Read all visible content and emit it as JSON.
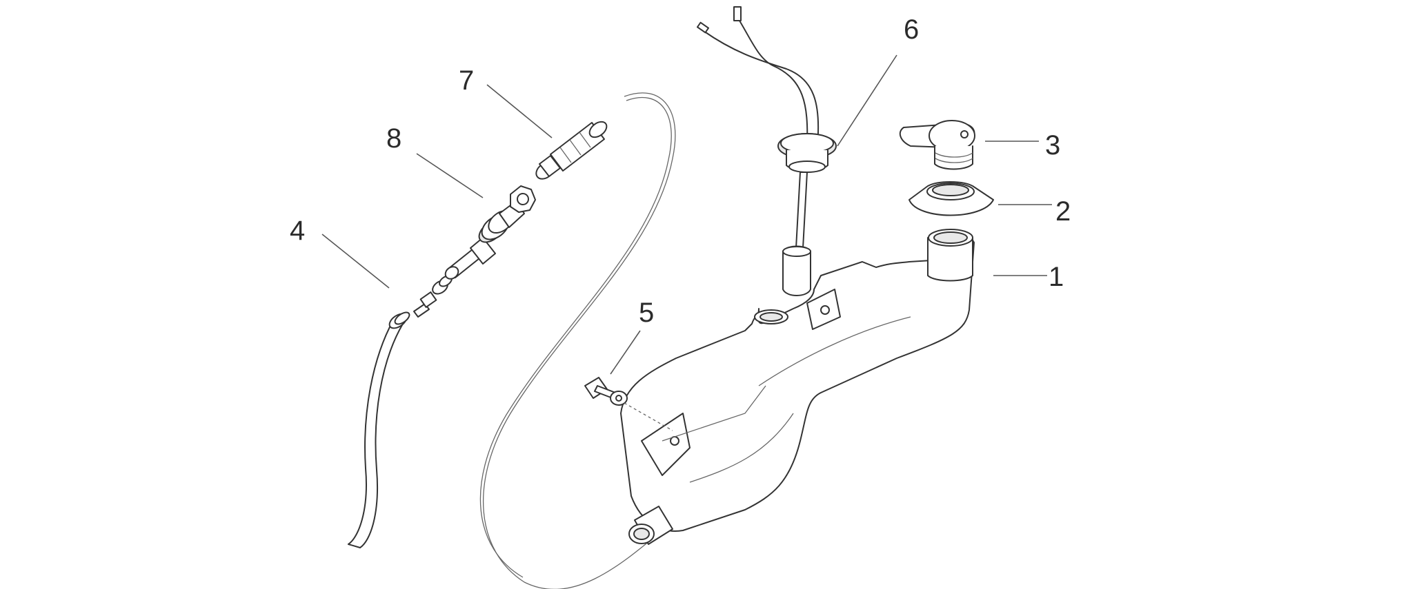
{
  "callouts": [
    {
      "id": "1",
      "label": "1"
    },
    {
      "id": "2",
      "label": "2"
    },
    {
      "id": "3",
      "label": "3"
    },
    {
      "id": "4",
      "label": "4"
    },
    {
      "id": "5",
      "label": "5"
    },
    {
      "id": "6",
      "label": "6"
    },
    {
      "id": "7",
      "label": "7"
    },
    {
      "id": "8",
      "label": "8"
    }
  ],
  "colors": {
    "line": "#333333",
    "leader": "#555555",
    "background": "#ffffff"
  }
}
